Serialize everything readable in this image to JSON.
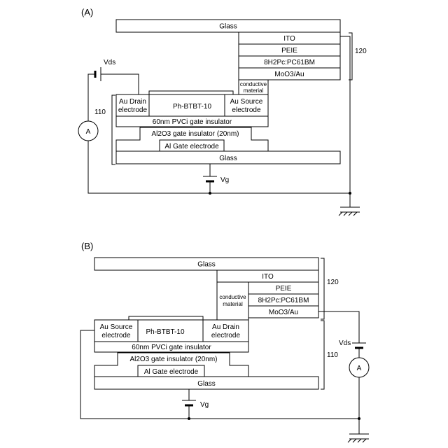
{
  "figure_a": {
    "panel_label": "(A)",
    "layers": {
      "glass_top": "Glass",
      "ito": "ITO",
      "peie": "PEIE",
      "blend": "8H2Pc:PC61BM",
      "moo3": "MoO3/Au",
      "conductive_1": "conductive",
      "conductive_2": "material",
      "drain_1": "Au Drain",
      "drain_2": "electrode",
      "semiconductor": "Ph-BTBT-10",
      "source_1": "Au Source",
      "source_2": "electrode",
      "pvci": "60nm PVCi gate insulator",
      "al2o3": "Al2O3 gate insulator (20nm)",
      "gate": "Al Gate electrode",
      "glass_bottom": "Glass"
    },
    "labels": {
      "vds": "Vds",
      "ammeter": "A",
      "vg": "Vg",
      "ref_110": "110",
      "ref_120": "120"
    }
  },
  "figure_b": {
    "panel_label": "(B)",
    "layers": {
      "glass_top": "Glass",
      "ito": "ITO",
      "peie": "PEIE",
      "blend": "8H2Pc:PC61BM",
      "moo3": "MoO3/Au",
      "conductive_1": "conductive",
      "conductive_2": "material",
      "source_1": "Au Source",
      "source_2": "electrode",
      "semiconductor": "Ph-BTBT-10",
      "drain_1": "Au Drain",
      "drain_2": "electrode",
      "pvci": "60nm PVCi gate insulator",
      "al2o3": "Al2O3 gate insulator (20nm)",
      "gate": "Al Gate electrode",
      "glass_bottom": "Glass"
    },
    "labels": {
      "vds": "Vds",
      "ammeter": "A",
      "vg": "Vg",
      "ref_110": "110",
      "ref_120": "120"
    }
  }
}
